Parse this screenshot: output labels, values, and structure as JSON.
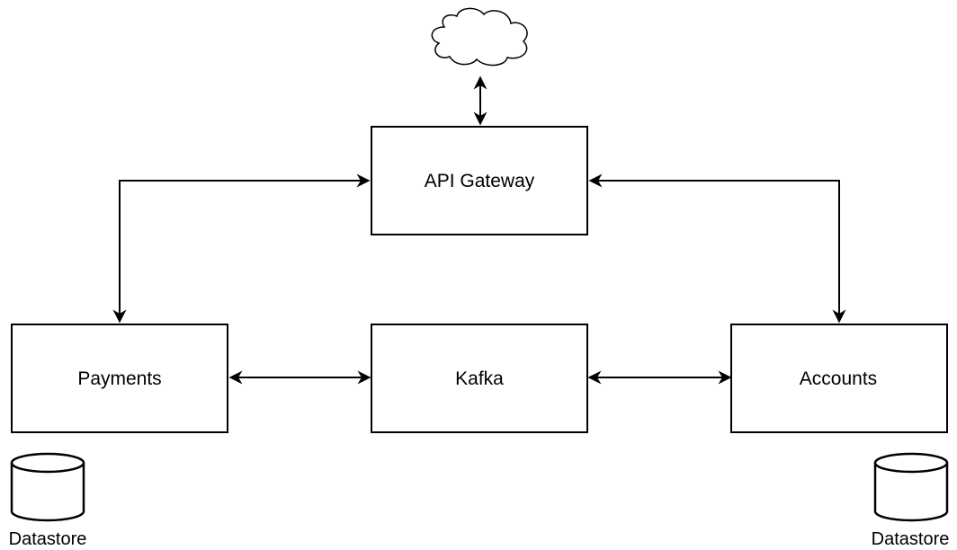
{
  "nodes": {
    "api_gateway": "API Gateway",
    "payments": "Payments",
    "kafka": "Kafka",
    "accounts": "Accounts"
  },
  "datastores": {
    "left": "Datastore",
    "right": "Datastore"
  },
  "icons": {
    "internet": "cloud-icon",
    "datastore": "database-cylinder-icon"
  },
  "edges": [
    {
      "from": "internet",
      "to": "api_gateway",
      "direction": "both"
    },
    {
      "from": "api_gateway",
      "to": "payments",
      "direction": "both"
    },
    {
      "from": "api_gateway",
      "to": "accounts",
      "direction": "both"
    },
    {
      "from": "payments",
      "to": "kafka",
      "direction": "both"
    },
    {
      "from": "kafka",
      "to": "accounts",
      "direction": "both"
    }
  ]
}
